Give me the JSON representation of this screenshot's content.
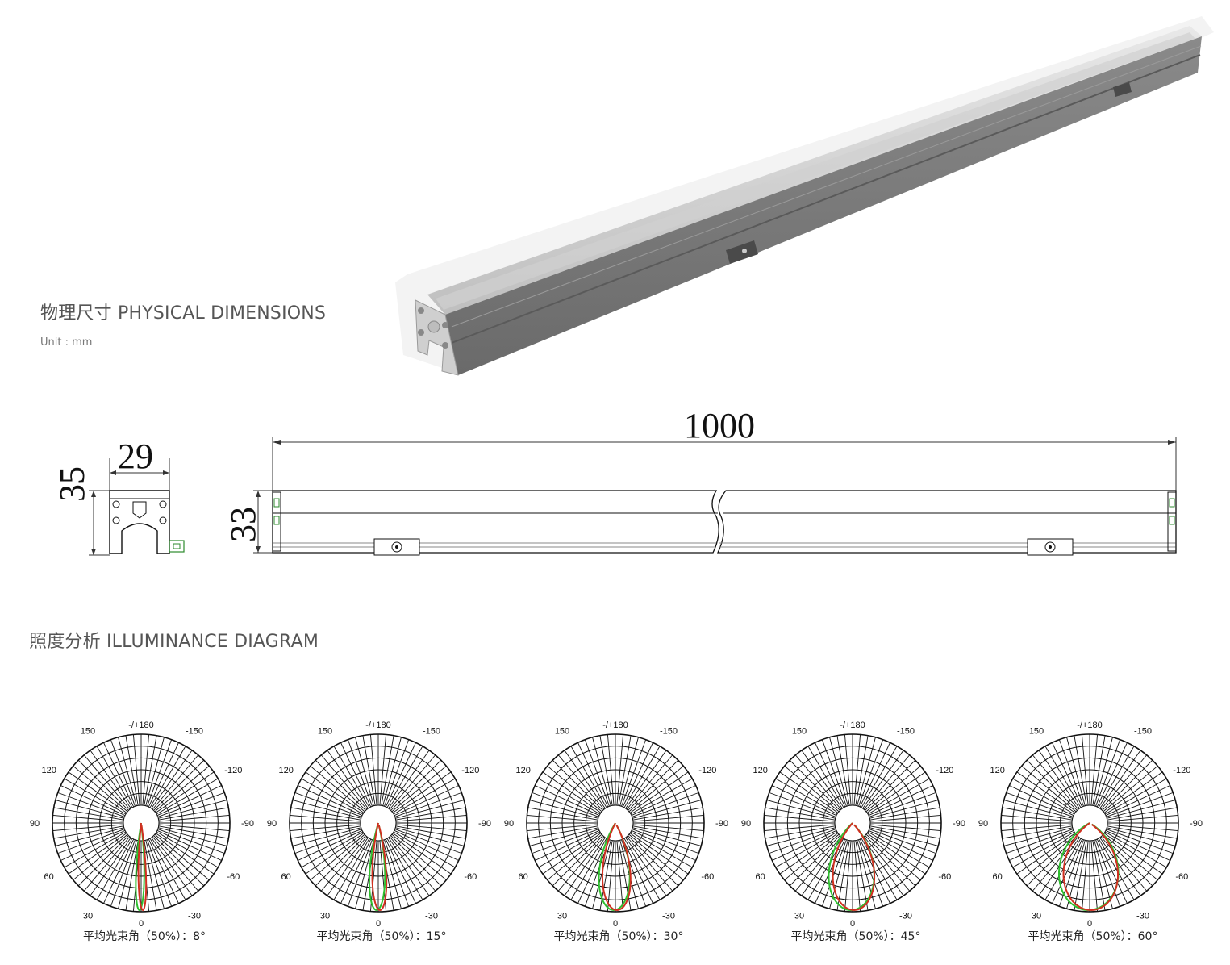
{
  "physical": {
    "title": "物理尺寸 PHYSICAL DIMENSIONS",
    "unit": "Unit : mm"
  },
  "drawing": {
    "end_width": "29",
    "end_height": "35",
    "length": "1000",
    "side_height": "33"
  },
  "illuminance": {
    "title": "照度分析 ILLUMINANCE DIAGRAM",
    "angle_labels": [
      "-/+180",
      "-150",
      "150",
      "-120",
      "120",
      "-90",
      "90",
      "-60",
      "60",
      "-30",
      "30",
      "0"
    ],
    "diagrams": [
      {
        "caption": "平均光束角（50%）：8°",
        "beam_angle": 8
      },
      {
        "caption": "平均光束角（50%）：15°",
        "beam_angle": 15
      },
      {
        "caption": "平均光束角（50%）：30°",
        "beam_angle": 30
      },
      {
        "caption": "平均光束角（50%）：45°",
        "beam_angle": 45
      },
      {
        "caption": "平均光束角（50%）：60°",
        "beam_angle": 60
      }
    ],
    "colors": {
      "curve_a": "#d03020",
      "curve_b": "#2fbf2f",
      "grid": "#111111"
    }
  }
}
